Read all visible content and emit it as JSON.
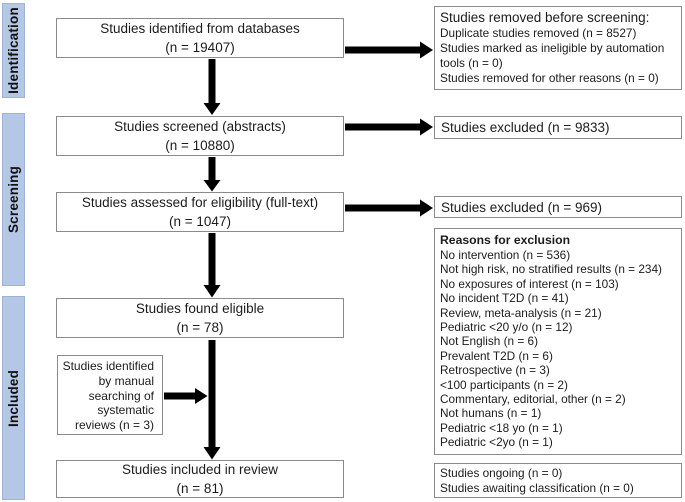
{
  "colors": {
    "sidebar_fill": "#b4c7e7",
    "box_border": "#8a8a8a",
    "arrow": "#000000"
  },
  "sidebar": {
    "labels": [
      "Identification",
      "Screening",
      "Included"
    ]
  },
  "main_boxes": {
    "identified": {
      "title": "Studies identified from databases",
      "count": "(n = 19407)"
    },
    "screened": {
      "title": "Studies screened (abstracts)",
      "count": "(n = 10880)"
    },
    "assessed": {
      "title": "Studies assessed for eligibility (full-text)",
      "count": "(n = 1047)"
    },
    "eligible": {
      "title": "Studies found eligible",
      "count": "(n = 78)"
    },
    "manual": {
      "lines": [
        "Studies identified",
        "by manual",
        "searching of",
        "systematic",
        "reviews (n = 3)"
      ]
    },
    "included": {
      "title": "Studies included in review",
      "count": "(n = 81)"
    }
  },
  "right_boxes": {
    "removed_before_screening": {
      "title": "Studies removed before screening:",
      "items": [
        "Duplicate studies removed (n = 8527)",
        "Studies marked as ineligible by automation tools (n = 0)",
        "Studies removed for other reasons (n = 0)"
      ]
    },
    "excluded_abstracts": {
      "label": "Studies excluded (n = 9833)"
    },
    "excluded_fulltext": {
      "label": "Studies excluded (n = 969)"
    },
    "reasons_for_exclusion": {
      "title": "Reasons for exclusion",
      "items": [
        "No intervention (n = 536)",
        "Not high risk, no stratified results (n = 234)",
        "No exposures of interest (n = 103)",
        "No incident T2D (n = 41)",
        "Review, meta-analysis (n = 21)",
        "Pediatric <20 y/o (n = 12)",
        "Not English (n = 6)",
        "Prevalent T2D (n = 6)",
        "Retrospective (n = 3)",
        "<100 participants (n = 2)",
        "Commentary, editorial, other (n = 2)",
        "Not humans (n = 1)",
        "Pediatric <18 yo (n = 1)",
        "Pediatric <2yo (n = 1)"
      ]
    },
    "ongoing": {
      "items": [
        "Studies ongoing (n = 0)",
        "Studies awaiting classification (n = 0)"
      ]
    }
  }
}
